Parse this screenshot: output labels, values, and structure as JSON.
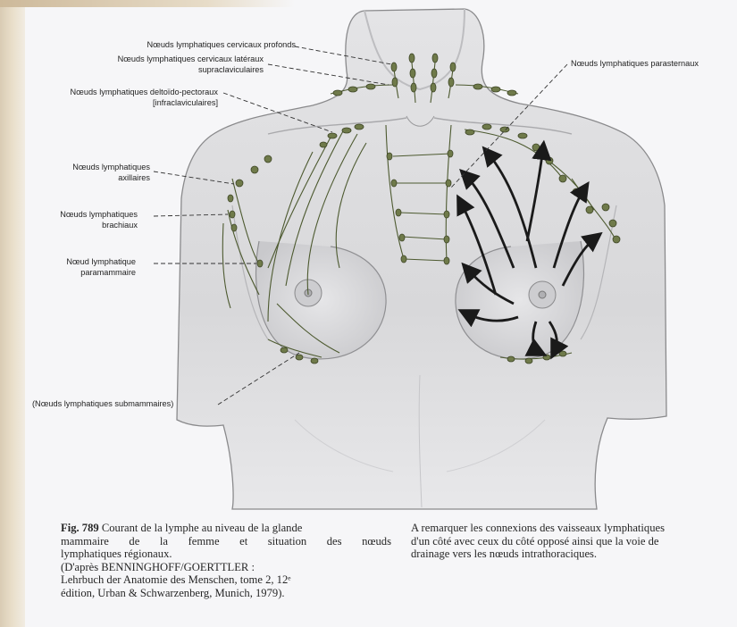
{
  "labels": {
    "cervicaux_profonds": "Nœuds lymphatiques cervicaux profonds",
    "cervicaux_lateraux_1": "Nœuds lymphatiques cervicaux latéraux",
    "cervicaux_lateraux_2": "supraclaviculaires",
    "deltoido_1": "Nœuds lymphatiques deltoïdo-pectoraux",
    "deltoido_2": "[infraclaviculaires]",
    "parasternaux": "Nœuds lymphatiques parasternaux",
    "axillaires_1": "Nœuds lymphatiques",
    "axillaires_2": "axillaires",
    "brachiaux_1": "Nœuds lymphatiques",
    "brachiaux_2": "brachiaux",
    "paramammaire_1": "Nœud lymphatique",
    "paramammaire_2": "paramammaire",
    "submammaires": "(Nœuds lymphatiques submammaires)"
  },
  "caption": {
    "fig_number": "Fig. 789",
    "line1_rest": " Courant de la lymphe au niveau de la glande",
    "line2": "mammaire de la femme et situation des nœuds",
    "line3": "lymphatiques régionaux.",
    "line4": "(D'après BENNINGHOFF/GOERTTLER :",
    "line5": "Lehrbuch der Anatomie des Menschen, tome 2, 12ᵉ",
    "line6": "édition, Urban & Schwarzenberg, Munich, 1979).",
    "right1": "A remarquer les connexions des vaisseaux lymphatiques",
    "right2": "d'un côté avec ceux du côté opposé ainsi que la voie de",
    "right3": "drainage vers les nœuds intrathoraciques."
  },
  "colors": {
    "skin_outline": "#7a7a7c",
    "node_fill": "#6f7a4a",
    "vessel": "#4d5a30",
    "leader": "#333333"
  }
}
